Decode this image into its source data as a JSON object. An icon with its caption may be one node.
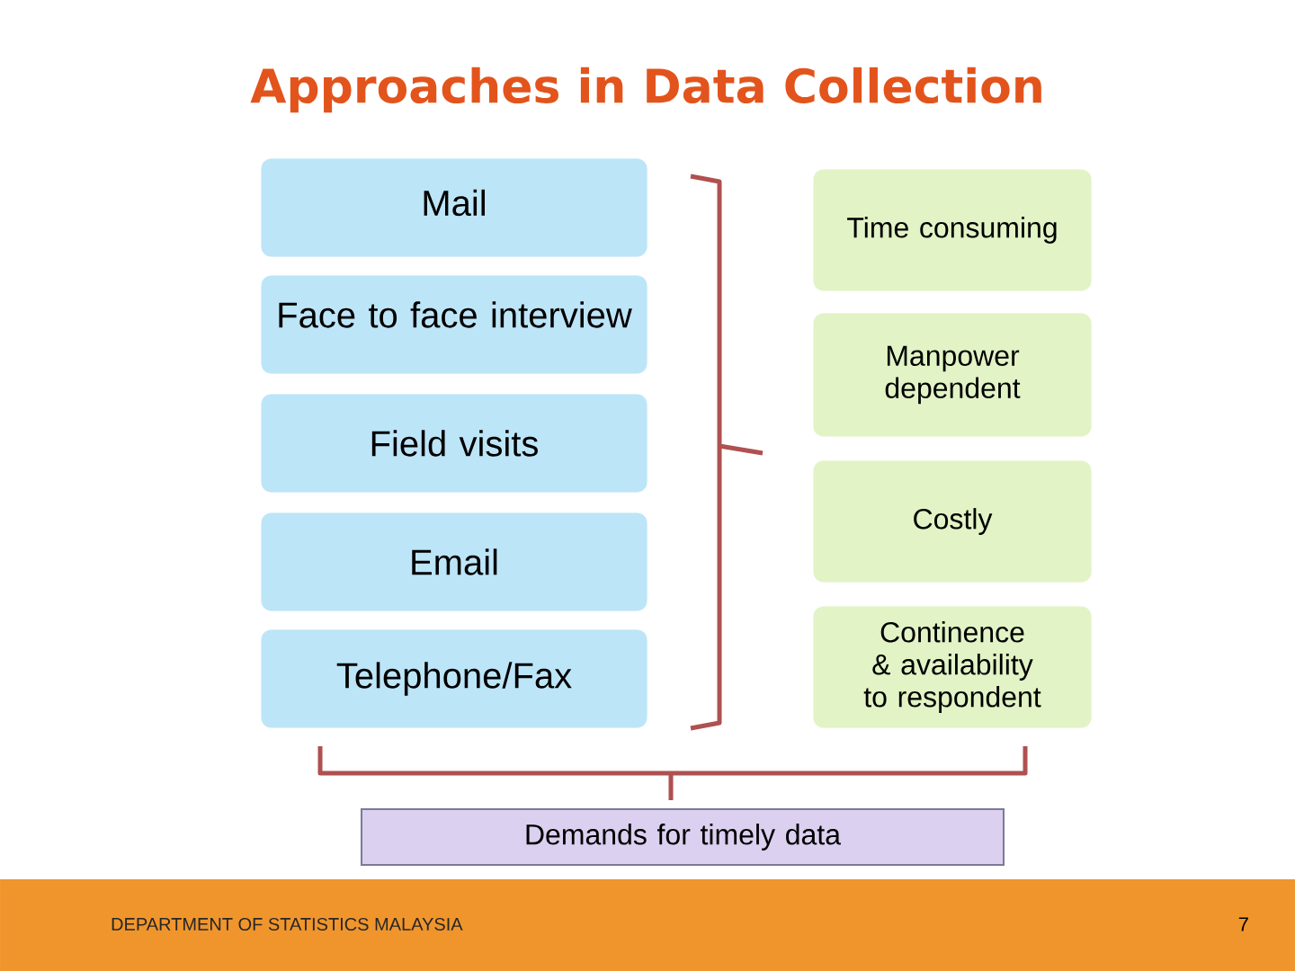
{
  "diagram": {
    "title": "Approaches in Data Collection",
    "nodes": [
      {
        "text": [
          "Mail"
        ]
      },
      {
        "text": [
          "Face to face interview"
        ]
      },
      {
        "text": [
          "Field visits"
        ]
      },
      {
        "text": [
          "Email"
        ]
      },
      {
        "text": [
          "Telephone/Fax"
        ]
      },
      {
        "text": [
          "Time consuming"
        ]
      },
      {
        "text": [
          "Manpower dependent"
        ]
      },
      {
        "text": [
          "Costly"
        ]
      },
      {
        "text": [
          "Continence & availability to respondent"
        ]
      },
      {
        "text": [
          "Demands for timely data"
        ]
      }
    ],
    "labels": [
      "DEPARTMENT OF STATISTICS MALAYSIA",
      "7"
    ]
  }
}
